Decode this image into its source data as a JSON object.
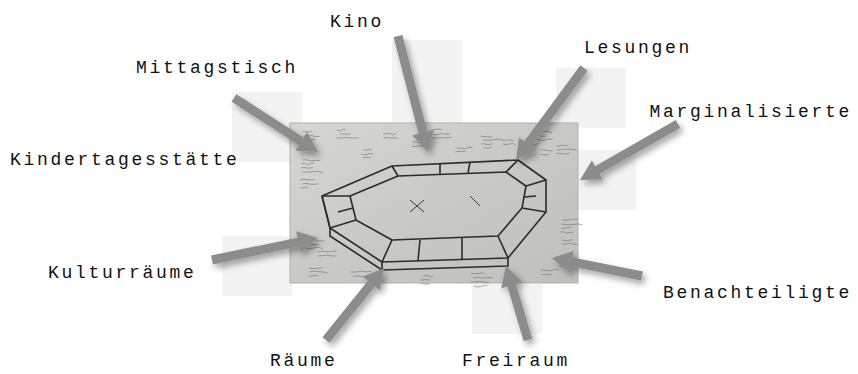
{
  "diagram": {
    "labels": [
      "Kino",
      "Lesungen",
      "Mittagstisch",
      "Marginalisierte",
      "Kindertagesstätte",
      "Kulturräume",
      "Benachteiligte",
      "Räume",
      "Freiraum"
    ]
  }
}
